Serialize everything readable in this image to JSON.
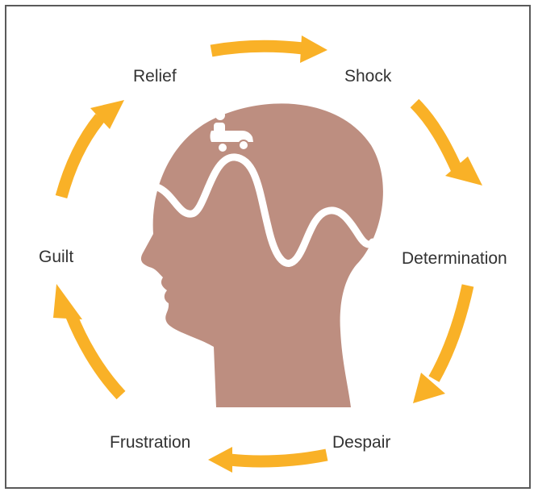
{
  "stages": {
    "relief": "Relief",
    "shock": "Shock",
    "determination": "Determination",
    "despair": "Despair",
    "frustration": "Frustration",
    "guilt": "Guilt"
  },
  "colors": {
    "arrow": "#f9b127",
    "head": "#bd8e80",
    "wave": "#ffffff",
    "text": "#333333",
    "border": "#5a5a5a"
  },
  "icons": [
    "head-silhouette-icon",
    "rollercoaster-wave-icon",
    "rollercoaster-car-icon",
    "cycle-arrow-icon"
  ]
}
